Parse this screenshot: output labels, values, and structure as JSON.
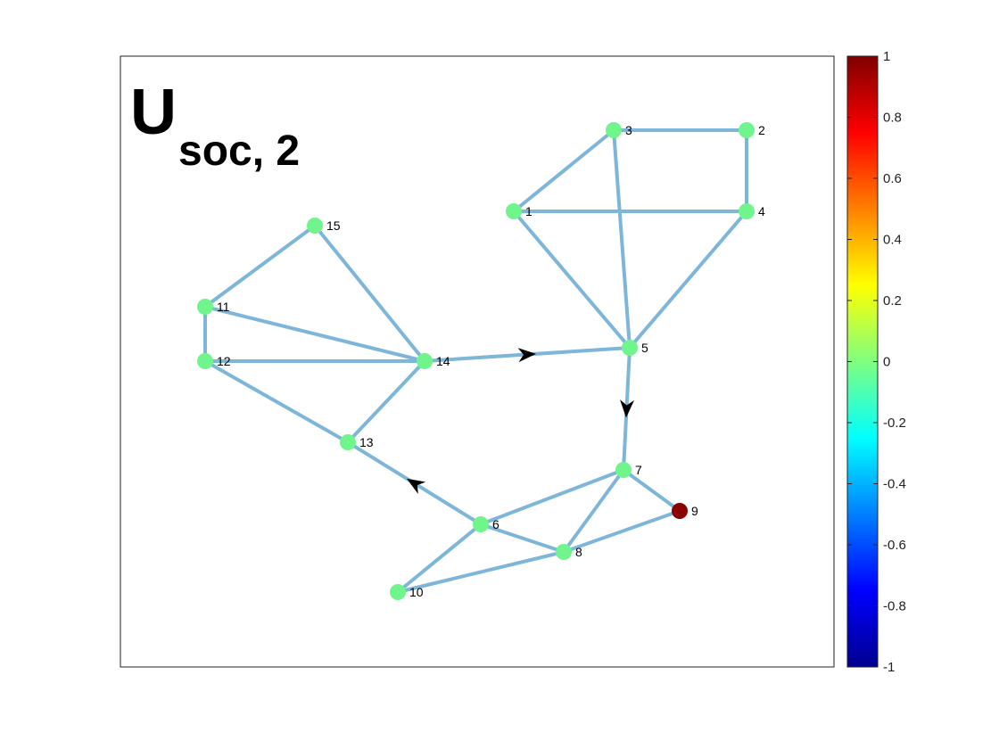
{
  "title": {
    "main": "U",
    "sub": "soc, 2"
  },
  "colorbar": {
    "min": -1,
    "max": 1,
    "colormap": "jet",
    "ticks": [
      "1",
      "0.8",
      "0.6",
      "0.4",
      "0.2",
      "0",
      "-0.2",
      "-0.4",
      "-0.6",
      "-0.8",
      "-1"
    ]
  },
  "graph": {
    "node_color_default": "#6ff58c",
    "node_color_highlight": "#8b0000",
    "edge_color": "#7eb6d9",
    "nodes": [
      {
        "id": "1",
        "value": -0.1
      },
      {
        "id": "2",
        "value": -0.1
      },
      {
        "id": "3",
        "value": -0.1
      },
      {
        "id": "4",
        "value": -0.1
      },
      {
        "id": "5",
        "value": -0.1
      },
      {
        "id": "6",
        "value": -0.05
      },
      {
        "id": "7",
        "value": -0.1
      },
      {
        "id": "8",
        "value": -0.05
      },
      {
        "id": "9",
        "value": 1
      },
      {
        "id": "10",
        "value": -0.05
      },
      {
        "id": "11",
        "value": -0.05
      },
      {
        "id": "12",
        "value": -0.05
      },
      {
        "id": "13",
        "value": -0.05
      },
      {
        "id": "14",
        "value": -0.05
      },
      {
        "id": "15",
        "value": -0.05
      }
    ],
    "edges": [
      [
        "1",
        "3"
      ],
      [
        "3",
        "2"
      ],
      [
        "2",
        "4"
      ],
      [
        "1",
        "4"
      ],
      [
        "3",
        "5"
      ],
      [
        "1",
        "5"
      ],
      [
        "4",
        "5"
      ],
      [
        "14",
        "5"
      ],
      [
        "5",
        "7"
      ],
      [
        "7",
        "9"
      ],
      [
        "7",
        "6"
      ],
      [
        "7",
        "8"
      ],
      [
        "6",
        "8"
      ],
      [
        "8",
        "9"
      ],
      [
        "6",
        "10"
      ],
      [
        "10",
        "8"
      ],
      [
        "6",
        "13"
      ],
      [
        "13",
        "14"
      ],
      [
        "13",
        "12"
      ],
      [
        "12",
        "11"
      ],
      [
        "11",
        "15"
      ],
      [
        "15",
        "14"
      ],
      [
        "11",
        "14"
      ],
      [
        "12",
        "14"
      ]
    ],
    "arrows": [
      {
        "from": "14",
        "to": "5"
      },
      {
        "from": "5",
        "to": "7"
      },
      {
        "from": "6",
        "to": "13"
      }
    ]
  }
}
